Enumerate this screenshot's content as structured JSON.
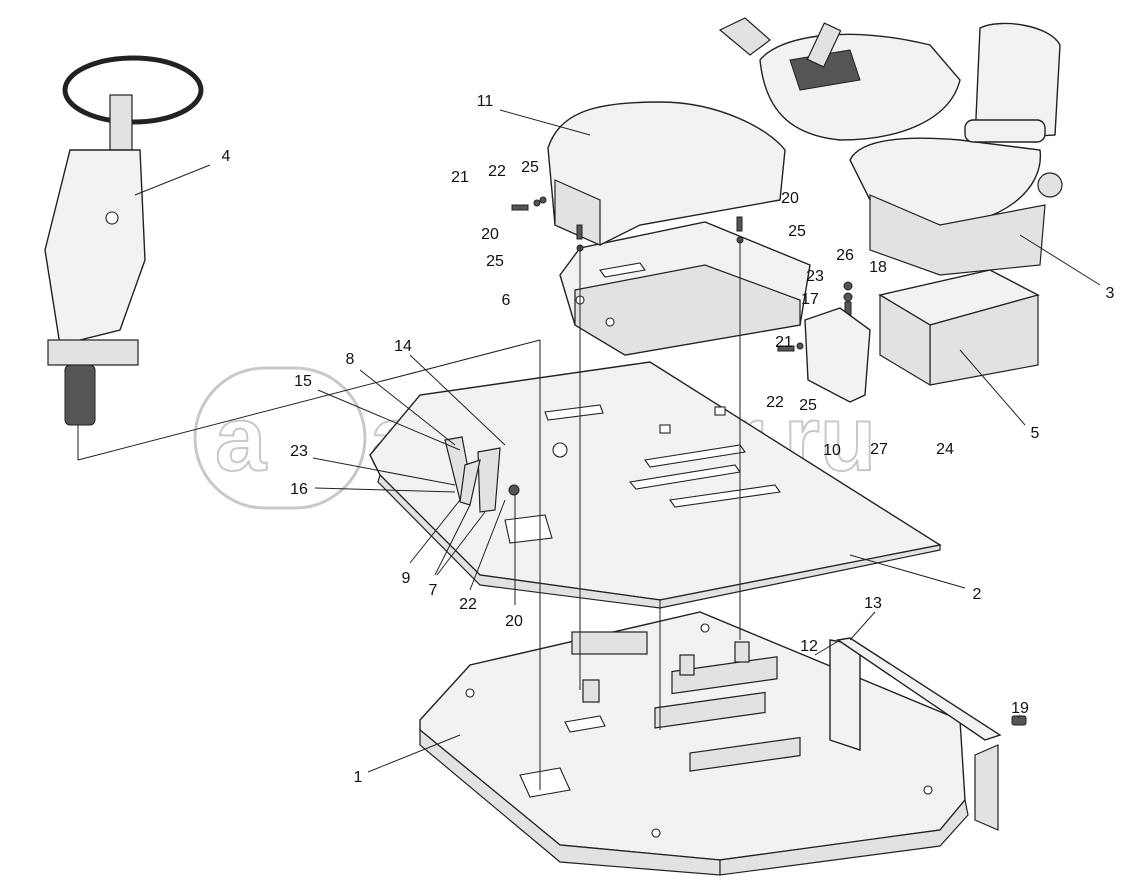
{
  "diagram": {
    "type": "exploded-parts-view",
    "watermark": "autopiter.ru",
    "callouts": [
      "11",
      "4",
      "21",
      "22",
      "25",
      "20",
      "20",
      "25",
      "25",
      "26",
      "6",
      "23",
      "18",
      "17",
      "3",
      "14",
      "8",
      "15",
      "21",
      "22",
      "25",
      "5",
      "10",
      "27",
      "24",
      "23",
      "16",
      "9",
      "7",
      "22",
      "20",
      "2",
      "12",
      "13",
      "19",
      "1"
    ]
  }
}
